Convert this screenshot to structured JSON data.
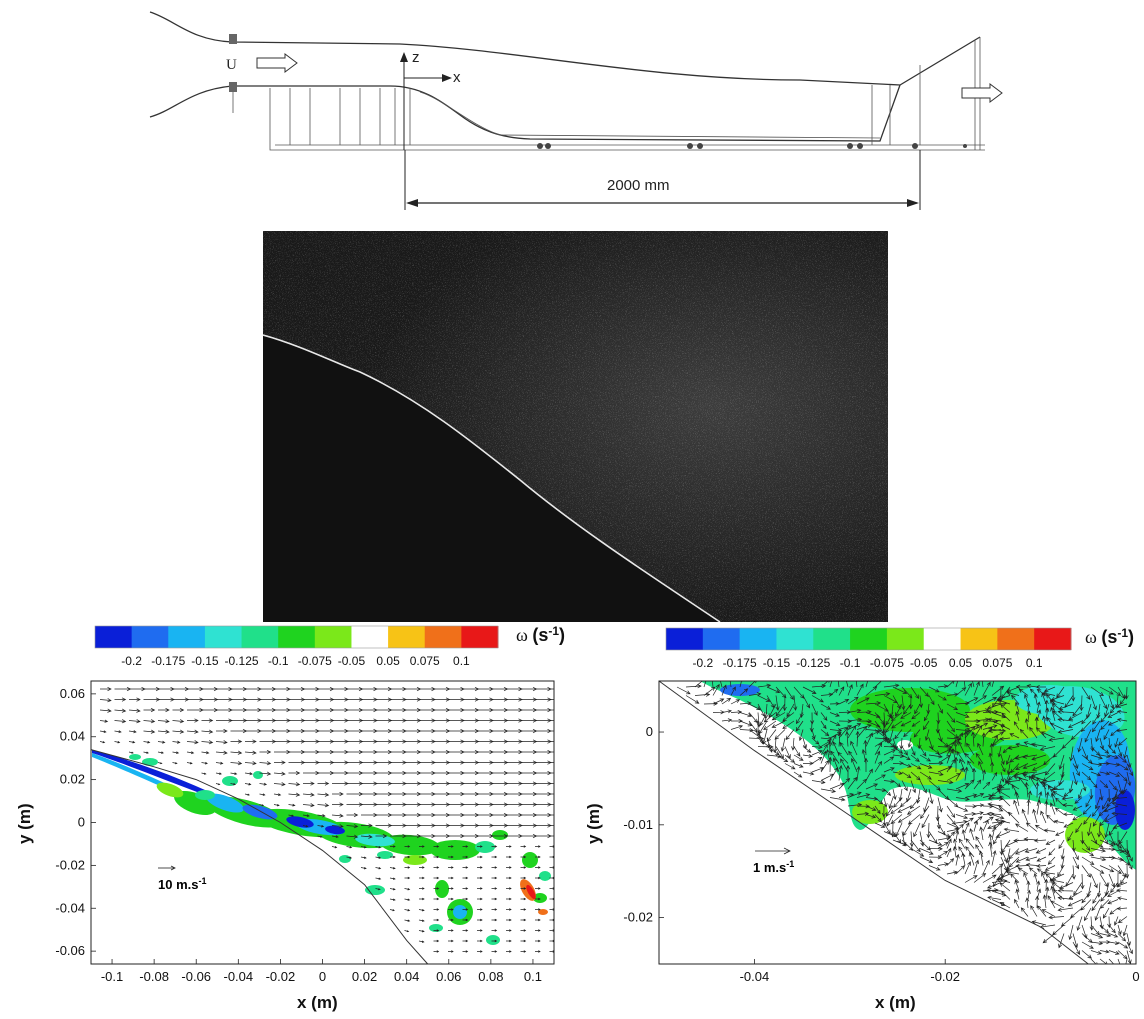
{
  "schematic": {
    "flow_label": "U",
    "z_label": "z",
    "x_label": "x",
    "dimension_label": "2000 mm"
  },
  "colorbar": {
    "label_symbol": "ω",
    "label_unit": "(s",
    "label_exp": "-1",
    "label_close": ")",
    "ticks": [
      "-0.2",
      "-0.175",
      "-0.15",
      "-0.125",
      "-0.1",
      "-0.075",
      "-0.05",
      "0.05",
      "0.075",
      "0.1"
    ],
    "colors": [
      "#0a1fd8",
      "#1f6cf0",
      "#19b4f2",
      "#2fe2d2",
      "#20e08a",
      "#1fd31f",
      "#7be81a",
      "#ffffff",
      "#f7c316",
      "#f0701a",
      "#e81818"
    ]
  },
  "chart_data": [
    {
      "type": "heatmap",
      "panel": "left",
      "xlabel": "x (m)",
      "ylabel": "y (m)",
      "xlim": [
        -0.11,
        0.11
      ],
      "ylim": [
        -0.066,
        0.066
      ],
      "xticks": [
        "-0.1",
        "-0.08",
        "-0.06",
        "-0.04",
        "-0.02",
        "0",
        "0.02",
        "0.04",
        "0.06",
        "0.08",
        "0.1"
      ],
      "xtick_values": [
        -0.1,
        -0.08,
        -0.06,
        -0.04,
        -0.02,
        0,
        0.02,
        0.04,
        0.06,
        0.08,
        0.1
      ],
      "yticks": [
        "0.06",
        "0.04",
        "0.02",
        "0",
        "-0.02",
        "-0.04",
        "-0.06"
      ],
      "ytick_values": [
        0.06,
        0.04,
        0.02,
        0,
        -0.02,
        -0.04,
        -0.06
      ],
      "reference_vector_label": "10 m.s",
      "reference_vector_exp": "-1",
      "wall_profile": [
        [
          -0.11,
          0.034
        ],
        [
          -0.08,
          0.026
        ],
        [
          -0.06,
          0.02
        ],
        [
          -0.04,
          0.011
        ],
        [
          -0.02,
          0.0
        ],
        [
          0.0,
          -0.013
        ],
        [
          0.02,
          -0.029
        ],
        [
          0.04,
          -0.055
        ],
        [
          0.05,
          -0.066
        ]
      ]
    },
    {
      "type": "heatmap",
      "panel": "right",
      "xlabel": "x (m)",
      "ylabel": "y (m)",
      "xlim": [
        -0.05,
        0.0
      ],
      "ylim": [
        -0.025,
        0.0055
      ],
      "xticks": [
        "-0.04",
        "-0.02",
        "0"
      ],
      "xtick_values": [
        -0.04,
        -0.02,
        0
      ],
      "yticks": [
        "0",
        "-0.01",
        "-0.02"
      ],
      "ytick_values": [
        0,
        -0.01,
        -0.02
      ],
      "reference_vector_label": "1 m.s",
      "reference_vector_exp": "-1",
      "wall_profile": [
        [
          -0.05,
          0.0055
        ],
        [
          -0.04,
          -0.002
        ],
        [
          -0.03,
          -0.009
        ],
        [
          -0.02,
          -0.016
        ],
        [
          -0.01,
          -0.021
        ],
        [
          -0.005,
          -0.025
        ]
      ]
    }
  ]
}
